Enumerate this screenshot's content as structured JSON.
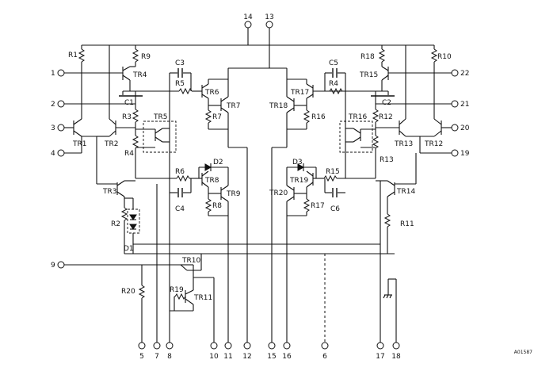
{
  "top_pins": {
    "p14": "14",
    "p13": "13"
  },
  "left_pins": {
    "p1": "1",
    "p2": "2",
    "p3": "3",
    "p4": "4",
    "p9": "9"
  },
  "right_pins": {
    "p22": "22",
    "p21": "21",
    "p20": "20",
    "p19": "19"
  },
  "bottom_pins": [
    "5",
    "7",
    "8",
    "10",
    "11",
    "12",
    "15",
    "16",
    "6",
    "17",
    "18"
  ],
  "components": {
    "R1": "R1",
    "R9": "R9",
    "R10": "R10",
    "R18": "R18",
    "TR4": "TR4",
    "TR15": "TR15",
    "C1": "C1",
    "C2": "C2",
    "C3": "C3",
    "C5": "C5",
    "R5": "R5",
    "R4_right": "R4",
    "TR6": "TR6",
    "TR7": "TR7",
    "R7": "R7",
    "TR17": "TR17",
    "TR18": "TR18",
    "R16": "R16",
    "R3": "R3",
    "R12": "R12",
    "TR5": "TR5",
    "TR16": "TR16",
    "TR1": "TR1",
    "TR2": "TR2",
    "TR12": "TR12",
    "TR13": "TR13",
    "R4_left": "R4",
    "R13": "R13",
    "R6": "R6",
    "D2": "D2",
    "D3": "D3",
    "R15": "R15",
    "TR8": "TR8",
    "TR9": "TR9",
    "TR19": "TR19",
    "TR20": "TR20",
    "C4": "C4",
    "C6": "C6",
    "R8": "R8",
    "R17": "R17",
    "TR3": "TR3",
    "TR14": "TR14",
    "R2": "R2",
    "R11": "R11",
    "D1": "D1",
    "TR10": "TR10",
    "TR11": "TR11",
    "R19": "R19",
    "R20": "R20"
  },
  "figure_id": "A01587"
}
